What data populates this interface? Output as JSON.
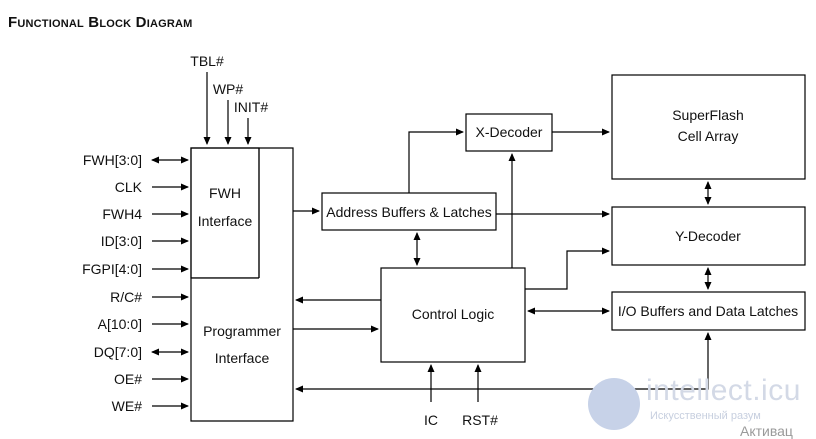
{
  "title": "Functional Block Diagram",
  "blocks": {
    "fwh_interface": [
      "FWH",
      "Interface"
    ],
    "programmer_interface": [
      "Programmer",
      "Interface"
    ],
    "address_buffers": "Address Buffers & Latches",
    "control_logic": "Control Logic",
    "x_decoder": "X-Decoder",
    "cell_array": [
      "SuperFlash",
      "Cell Array"
    ],
    "y_decoder": "Y-Decoder",
    "io_buffers": "I/O Buffers and Data Latches"
  },
  "top_signals": [
    "TBL#",
    "WP#",
    "INIT#"
  ],
  "left_signals": [
    "FWH[3:0]",
    "CLK",
    "FWH4",
    "ID[3:0]",
    "FGPI[4:0]",
    "R/C#",
    "A[10:0]",
    "DQ[7:0]",
    "OE#",
    "WE#"
  ],
  "bottom_signals": [
    "IC",
    "RST#"
  ],
  "watermark": {
    "logo": "intellect.icu",
    "subtitle": "Искусственный разум",
    "activation": "Активац"
  }
}
